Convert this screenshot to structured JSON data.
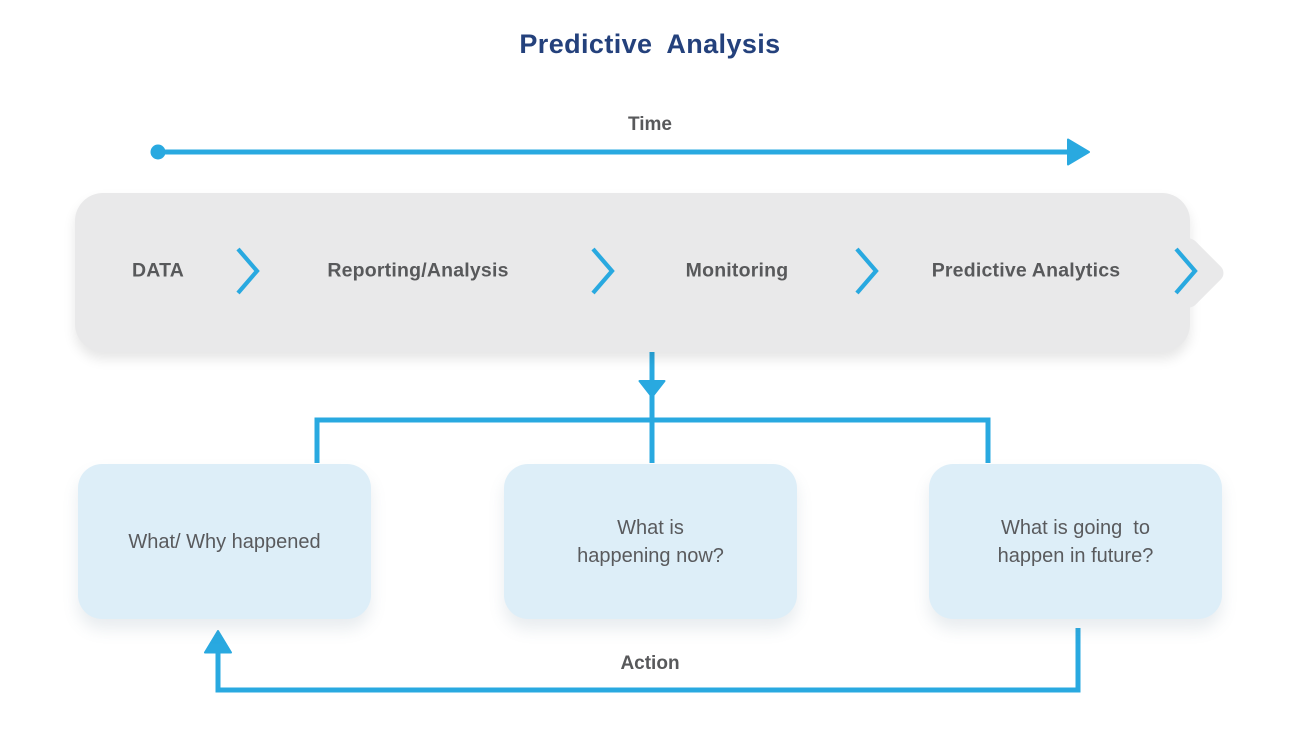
{
  "title": "Predictive Analysis",
  "timeline": {
    "label": "Time"
  },
  "action": {
    "label": "Action"
  },
  "pipeline": {
    "stages": [
      {
        "label": "DATA"
      },
      {
        "label": "Reporting/Analysis"
      },
      {
        "label": "Monitoring"
      },
      {
        "label": "Predictive Analytics"
      }
    ],
    "separator_icon": "chevron-right-icon"
  },
  "question_boxes": {
    "past": {
      "text": "What/ Why happened"
    },
    "present": {
      "line1": "What is",
      "line2": "happening now?"
    },
    "future": {
      "line1": "What is going  to",
      "line2": "happen in future?"
    }
  },
  "colors": {
    "accent_blue": "#29a9e0",
    "banner_gray": "#e9e9ea",
    "box_blue": "#ddeef8",
    "text_gray": "#58595b",
    "title_navy": "#24417c"
  }
}
